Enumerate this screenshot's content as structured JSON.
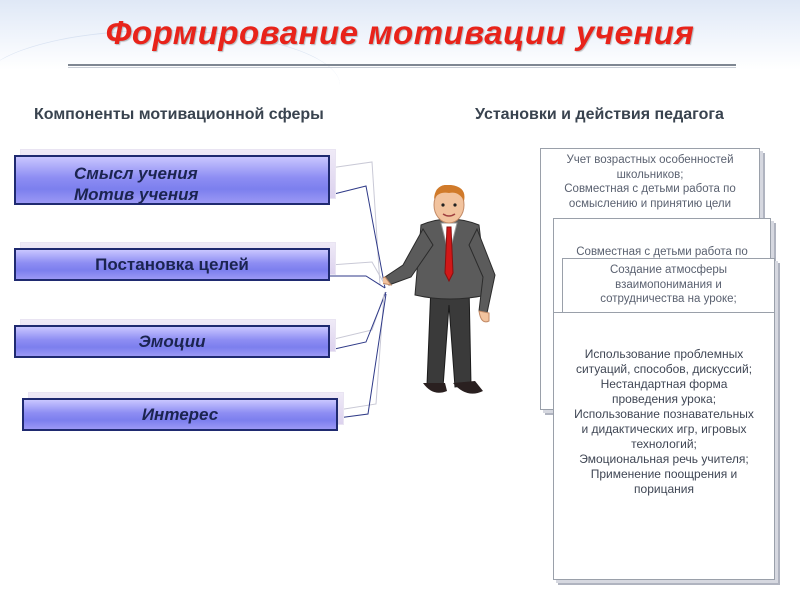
{
  "header": {
    "title": "Формирование мотивации учения"
  },
  "columns": {
    "left_heading": "Компоненты мотивационной сферы",
    "right_heading": "Установки и действия педагога"
  },
  "components": [
    {
      "line1": "Смысл учения",
      "line2": "Мотив учения"
    },
    {
      "label": "Постановка целей"
    },
    {
      "label": "Эмоции"
    },
    {
      "label": "Интерес"
    }
  ],
  "notes": [
    {
      "lines": [
        "Учет возрастных особенностей",
        "школьников;",
        "Совместная с детьми работа по",
        "осмыслению и принятию цели"
      ]
    },
    {
      "lines": [
        "Совместная с детьми работа по"
      ]
    },
    {
      "lines": [
        "Создание атмосферы",
        "взаимопонимания и",
        "сотрудничества на уроке;"
      ]
    },
    {
      "lines": [
        "Использование проблемных",
        "ситуаций, способов, дискуссий;",
        "Нестандартная форма",
        "проведения урока;",
        "Использование познавательных",
        "и дидактических игр, игровых",
        "технологий;",
        "Эмоциональная речь учителя;",
        "Применение поощрения и",
        "порицания"
      ]
    }
  ],
  "colors": {
    "title": "#e8231a",
    "component_fill": "#8d8df3",
    "component_border": "#1f2a70"
  },
  "icons": [
    "teacher-figure-icon"
  ]
}
